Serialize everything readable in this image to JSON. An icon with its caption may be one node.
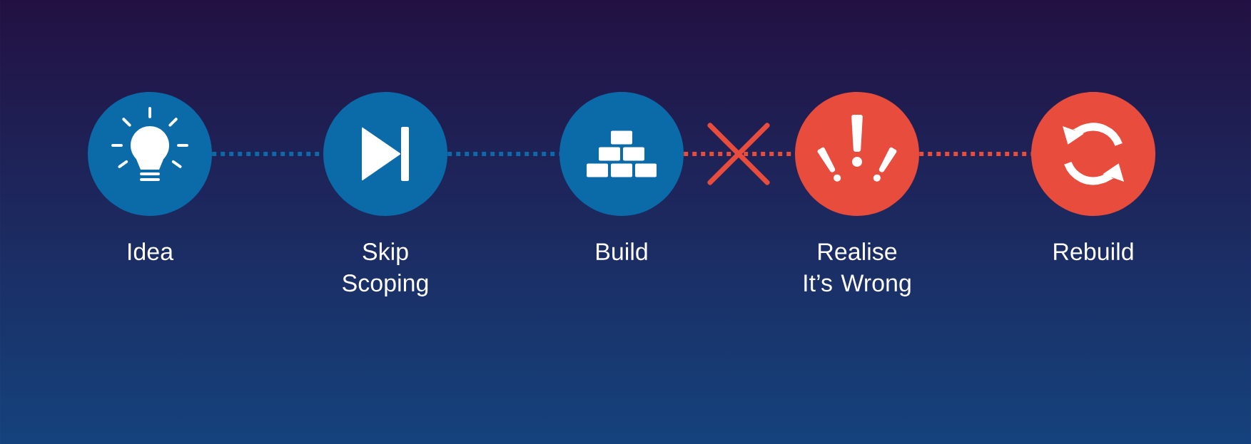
{
  "diagram": {
    "nodes": [
      {
        "text": [],
        "shape": "circle",
        "beside": [
          "Idea"
        ]
      },
      {
        "text": [],
        "shape": "circle",
        "beside": [
          "Skip Scoping"
        ]
      },
      {
        "text": [],
        "shape": "circle",
        "beside": [
          "Build"
        ]
      },
      {
        "text": [],
        "shape": "circle",
        "beside": [
          "Realise It’s Wrong"
        ]
      },
      {
        "text": [],
        "shape": "circle",
        "beside": [
          "Rebuild"
        ]
      }
    ],
    "edges": [
      {
        "from": 0,
        "to": 1,
        "arrow": "none",
        "style": "dashed",
        "color": "#0b6aa8"
      },
      {
        "from": 1,
        "to": 2,
        "arrow": "none",
        "style": "dashed",
        "color": "#0b6aa8"
      },
      {
        "from": 2,
        "to": 3,
        "arrow": "none",
        "style": "dashed",
        "color": "#e84c3d"
      },
      {
        "from": 3,
        "to": 4,
        "arrow": "none",
        "style": "dashed",
        "color": "#e84c3d"
      }
    ]
  }
}
